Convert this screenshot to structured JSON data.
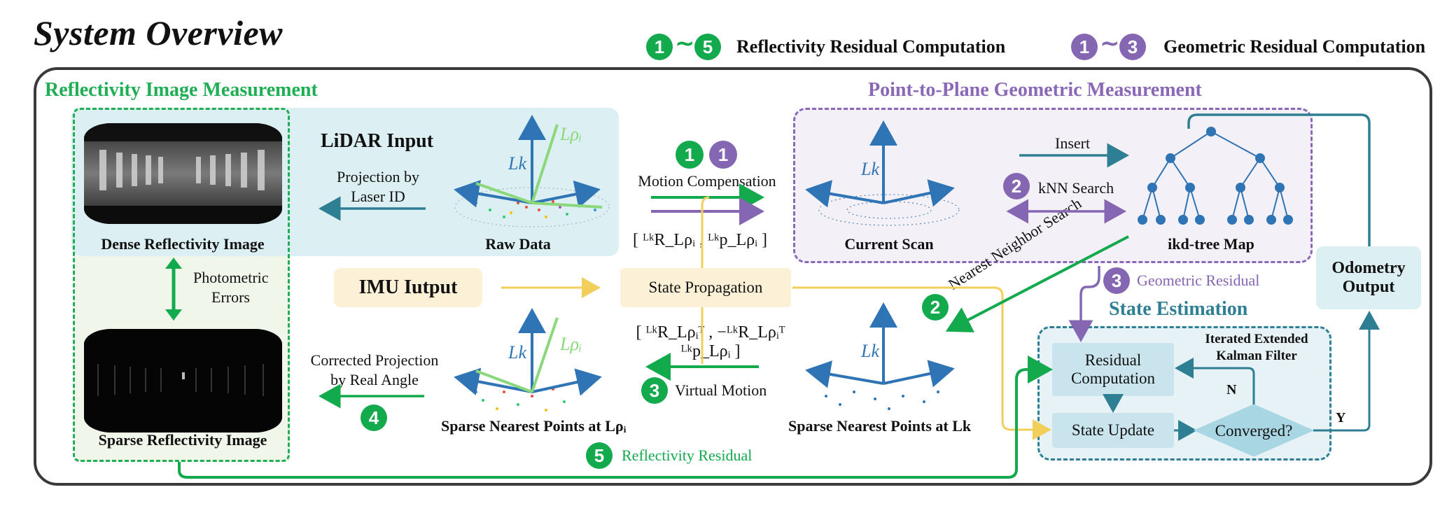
{
  "title": "System Overview",
  "legend": {
    "green_range": [
      "1",
      "5"
    ],
    "green_label": "Reflectivity Residual Computation",
    "purple_range": [
      "1",
      "3"
    ],
    "purple_label": "Geometric Residual Computation",
    "tilde": "~"
  },
  "sections": {
    "reflectivity": "Reflectivity Image Measurement",
    "geometric": "Point-to-Plane Geometric Measurement",
    "state": "State Estimation"
  },
  "reflectivity": {
    "dense": "Dense Reflectivity Image",
    "sparse": "Sparse Reflectivity Image",
    "photometric_1": "Photometric",
    "photometric_2": "Errors"
  },
  "lidar": {
    "title": "LiDAR Input",
    "projection_1": "Projection by",
    "projection_2": "Laser ID",
    "raw": "Raw Data"
  },
  "imu": {
    "title": "IMU Iutput"
  },
  "motion": {
    "step_g": "1",
    "step_p": "1",
    "label": "Motion Compensation",
    "transform": "[ ᴸᵏR_Lρᵢ , ᴸᵏp_Lρᵢ ]"
  },
  "propagation": {
    "label": "State Propagation"
  },
  "virtual": {
    "step": "3",
    "label": "Virtual Motion",
    "transform": "[ ᴸᵏR_Lρᵢᵀ , −ᴸᵏR_Lρᵢᵀ ᴸᵏp_Lρᵢ ]"
  },
  "corrected": {
    "line1": "Corrected Projection",
    "line2": "by Real Angle",
    "step": "4"
  },
  "sparse_points": {
    "at_rho": "Sparse Nearest Points at Lρᵢ",
    "at_k": "Sparse Nearest Points at Lk"
  },
  "reflect_residual": {
    "step": "5",
    "label": "Reflectivity Residual"
  },
  "geometric": {
    "current_scan": "Current Scan",
    "insert": "Insert",
    "knn_step": "2",
    "knn": "kNN Search",
    "map": "ikd-tree Map",
    "nn_step": "2",
    "nn": "Nearest Neighbor Search",
    "geo_step": "3",
    "geo": "Geometric Residual"
  },
  "axes": {
    "lk": "Lk",
    "lrho": "Lρᵢ"
  },
  "state": {
    "residual_1": "Residual",
    "residual_2": "Computation",
    "update": "State Update",
    "converged": "Converged?",
    "iekf_1": "Iterated Extended",
    "iekf_2": "Kalman Filter",
    "n": "N",
    "y": "Y"
  },
  "odometry": {
    "line1": "Odometry",
    "line2": "Output"
  },
  "colors": {
    "green": "#13a94d",
    "purple": "#8566b3",
    "teal": "#2f7f94",
    "yellow": "#f2cf5b",
    "light_teal": "#dceff2",
    "light_yellow": "#fcf1d6"
  }
}
